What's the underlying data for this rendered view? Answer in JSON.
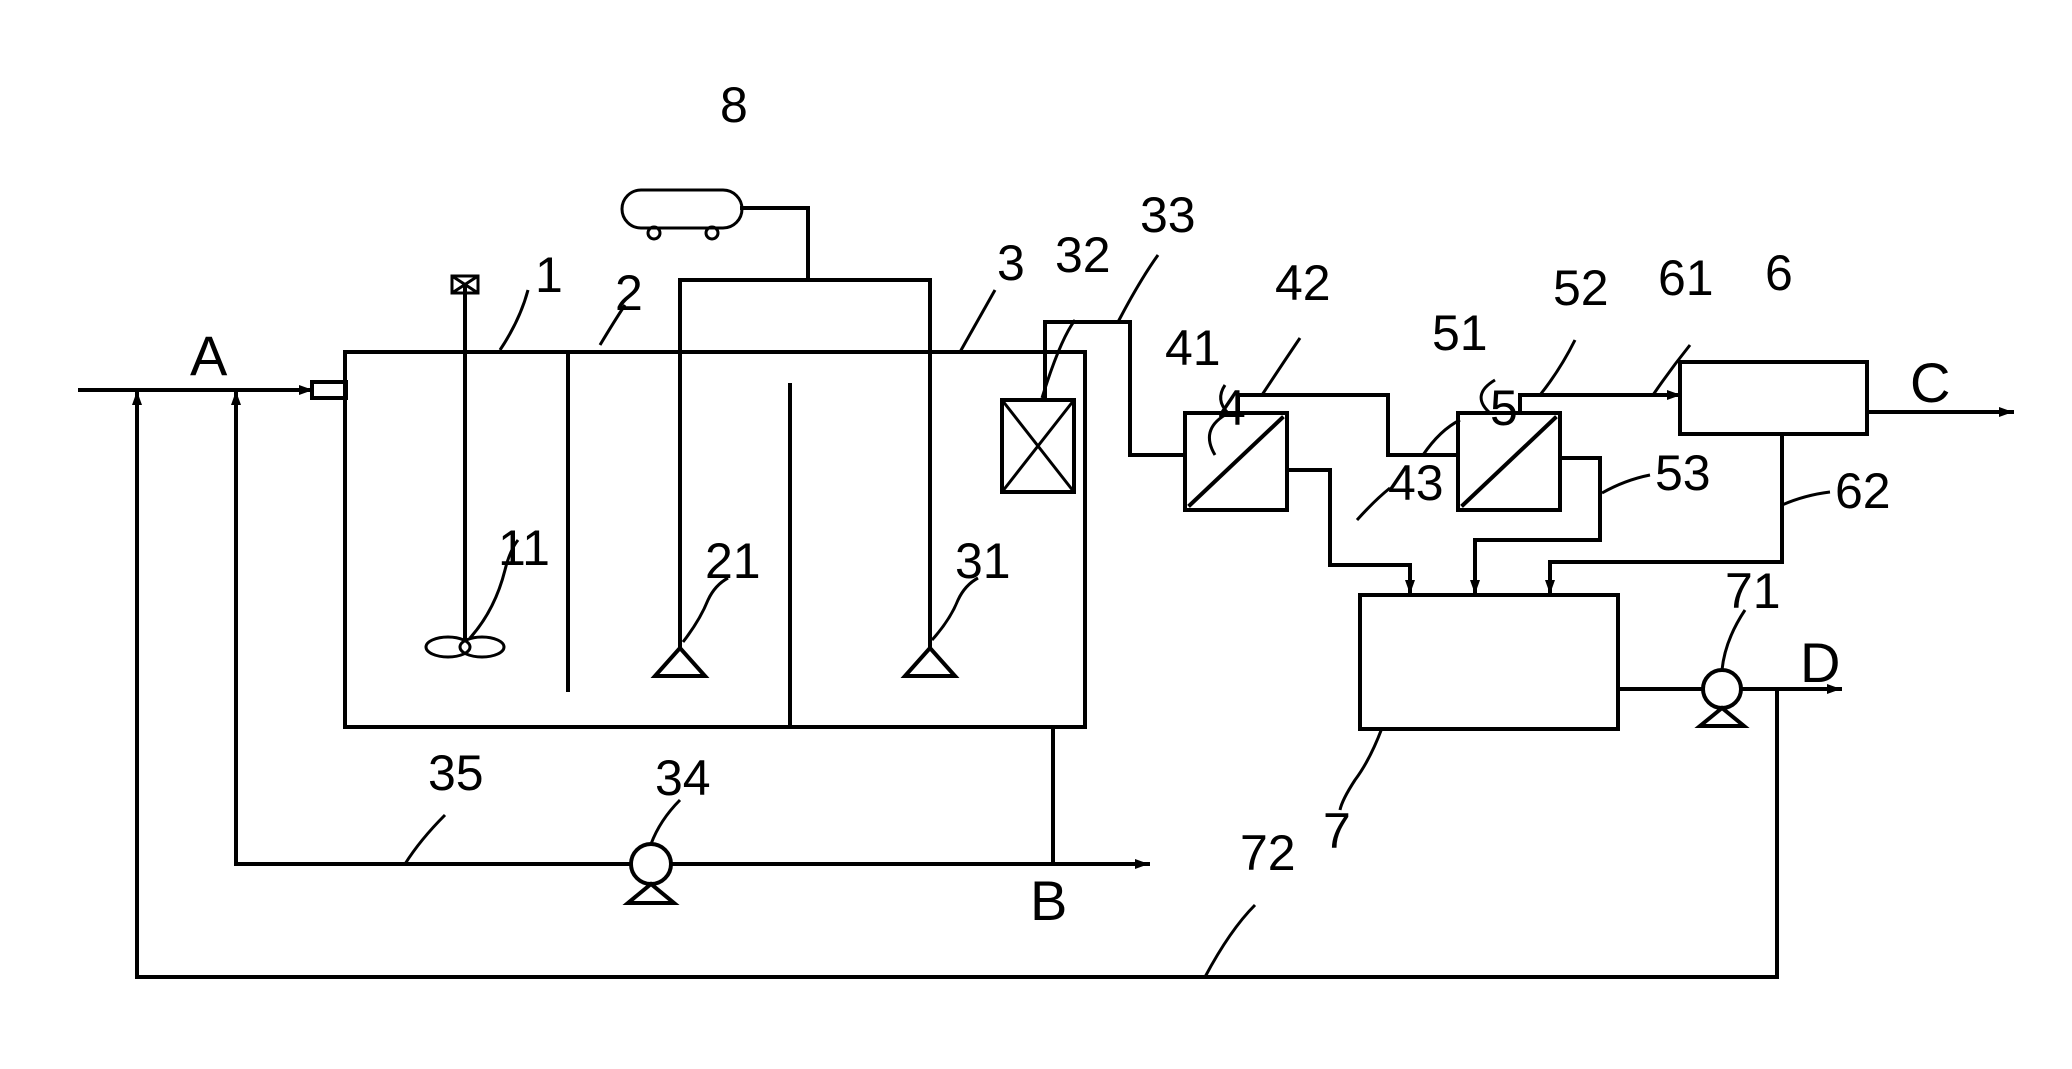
{
  "diagram": {
    "labels": {
      "n1": "1",
      "n2": "2",
      "n3": "3",
      "n4": "4",
      "n5": "5",
      "n6": "6",
      "n7": "7",
      "n8": "8",
      "n11": "11",
      "n21": "21",
      "n31": "31",
      "n32": "32",
      "n33": "33",
      "n34": "34",
      "n35": "35",
      "n41": "41",
      "n42": "42",
      "n43": "43",
      "n51": "51",
      "n52": "52",
      "n53": "53",
      "n61": "61",
      "n62": "62",
      "n71": "71",
      "n72": "72"
    },
    "streams": {
      "inlet": "A",
      "sludge": "B",
      "product": "C",
      "discharge": "D"
    }
  }
}
